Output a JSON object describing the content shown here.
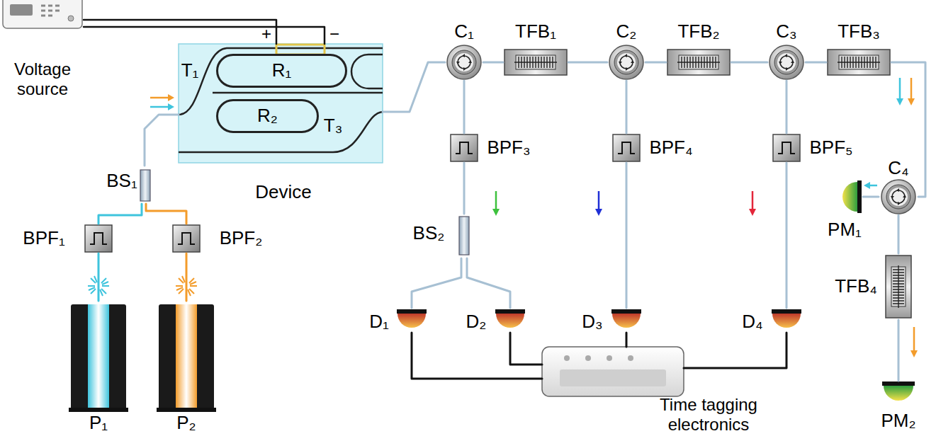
{
  "diagram": {
    "nodes": [
      {
        "text": [
          "Voltage source"
        ]
      },
      {
        "text": [
          "Device"
        ]
      },
      {
        "text": [
          "R₁"
        ],
        "in": 1
      },
      {
        "text": [
          "R₂"
        ],
        "in": 1
      },
      {
        "text": [
          "BS₁"
        ]
      },
      {
        "text": [
          "BPF₁"
        ]
      },
      {
        "text": [
          "BPF₂"
        ]
      },
      {
        "text": [
          "P₁"
        ]
      },
      {
        "text": [
          "P₂"
        ]
      },
      {
        "text": [
          "C₁"
        ]
      },
      {
        "text": [
          "TFB₁"
        ]
      },
      {
        "text": [
          "C₂"
        ]
      },
      {
        "text": [
          "TFB₂"
        ]
      },
      {
        "text": [
          "C₃"
        ]
      },
      {
        "text": [
          "TFB₃"
        ]
      },
      {
        "text": [
          "BPF₃"
        ]
      },
      {
        "text": [
          "BPF₄"
        ]
      },
      {
        "text": [
          "BPF₅"
        ]
      },
      {
        "text": [
          "BS₂"
        ]
      },
      {
        "text": [
          "D₁"
        ]
      },
      {
        "text": [
          "D₂"
        ]
      },
      {
        "text": [
          "D₃"
        ]
      },
      {
        "text": [
          "D₄"
        ]
      },
      {
        "text": [
          "Time tagging electronics"
        ]
      },
      {
        "text": [
          "C₄"
        ]
      },
      {
        "text": [
          "PM₁"
        ]
      },
      {
        "text": [
          "TFB₄"
        ]
      },
      {
        "text": [
          "PM₂"
        ]
      }
    ],
    "edges": [
      {
        "from": 0,
        "to": 1,
        "arrow": "none"
      },
      {
        "from": 0,
        "to": 1,
        "arrow": "none"
      },
      {
        "from": 7,
        "to": 5,
        "arrow": "none"
      },
      {
        "from": 8,
        "to": 6,
        "arrow": "none"
      },
      {
        "from": 5,
        "to": 4,
        "arrow": "none"
      },
      {
        "from": 6,
        "to": 4,
        "arrow": "none"
      },
      {
        "from": 4,
        "to": 1,
        "arrow": "none"
      },
      {
        "from": 1,
        "to": 9,
        "arrow": "none"
      },
      {
        "from": 9,
        "to": 10,
        "arrow": "none"
      },
      {
        "from": 10,
        "to": 11,
        "arrow": "none"
      },
      {
        "from": 11,
        "to": 12,
        "arrow": "none"
      },
      {
        "from": 12,
        "to": 13,
        "arrow": "none"
      },
      {
        "from": 13,
        "to": 14,
        "arrow": "none"
      },
      {
        "from": 14,
        "to": 24,
        "arrow": "none"
      },
      {
        "from": 24,
        "to": 25,
        "arrow": "none"
      },
      {
        "from": 24,
        "to": 26,
        "arrow": "none"
      },
      {
        "from": 26,
        "to": 27,
        "arrow": "none"
      },
      {
        "from": 9,
        "to": 15,
        "arrow": "none"
      },
      {
        "from": 15,
        "to": 18,
        "arrow": "none"
      },
      {
        "from": 18,
        "to": 19,
        "arrow": "none"
      },
      {
        "from": 18,
        "to": 20,
        "arrow": "none"
      },
      {
        "from": 11,
        "to": 16,
        "arrow": "none"
      },
      {
        "from": 16,
        "to": 21,
        "arrow": "none"
      },
      {
        "from": 13,
        "to": 17,
        "arrow": "none"
      },
      {
        "from": 17,
        "to": 22,
        "arrow": "none"
      },
      {
        "from": 19,
        "to": 23,
        "arrow": "none"
      },
      {
        "from": 20,
        "to": 23,
        "arrow": "none"
      },
      {
        "from": 21,
        "to": 23,
        "arrow": "none"
      },
      {
        "from": 22,
        "to": 23,
        "arrow": "none"
      }
    ],
    "labels": [
      "T₁",
      "T₃",
      "+",
      "−"
    ]
  }
}
